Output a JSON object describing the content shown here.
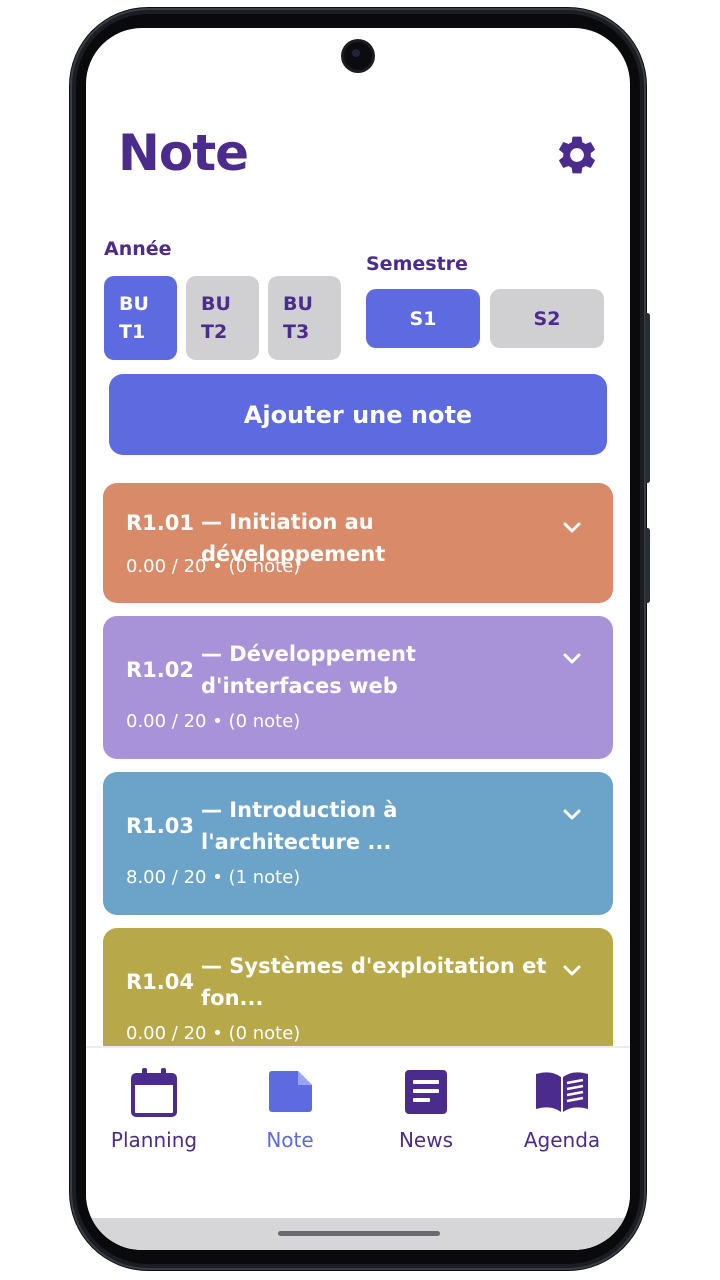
{
  "header": {
    "title": "Note",
    "settings_icon": "gear-icon"
  },
  "filters": {
    "year_label": "Année",
    "years": [
      {
        "line1": "BU",
        "line2": "T1",
        "selected": true
      },
      {
        "line1": "BU",
        "line2": "T2",
        "selected": false
      },
      {
        "line1": "BU",
        "line2": "T3",
        "selected": false
      }
    ],
    "semester_label": "Semestre",
    "semesters": [
      {
        "label": "S1",
        "selected": true
      },
      {
        "label": "S2",
        "selected": false
      }
    ]
  },
  "add_button": {
    "label": "Ajouter une note"
  },
  "modules": [
    {
      "code": "R1.01",
      "name": "— Initiation au développement",
      "grade": "0.00 / 20  •  (0 note)",
      "color": "#d98a68"
    },
    {
      "code": "R1.02",
      "name": "— Développement d'interfaces web",
      "grade": "0.00 / 20  •  (0 note)",
      "color": "#a892d8"
    },
    {
      "code": "R1.03",
      "name": "— Introduction à l'architecture ...",
      "grade": "8.00 / 20  •  (1 note)",
      "color": "#6ba4c8"
    },
    {
      "code": "R1.04",
      "name": "— Systèmes d'exploitation et fon...",
      "grade": "0.00 / 20  •  (0 note)",
      "color": "#b7a84a"
    }
  ],
  "tabs": [
    {
      "label": "Planning",
      "icon": "calendar-icon",
      "active": false
    },
    {
      "label": "Note",
      "icon": "note-icon",
      "active": true
    },
    {
      "label": "News",
      "icon": "news-icon",
      "active": false
    },
    {
      "label": "Agenda",
      "icon": "book-icon",
      "active": false
    }
  ],
  "colors": {
    "primary": "#5d6ae0",
    "text": "#4b2c8c",
    "inactive": "#d0d0d3"
  }
}
